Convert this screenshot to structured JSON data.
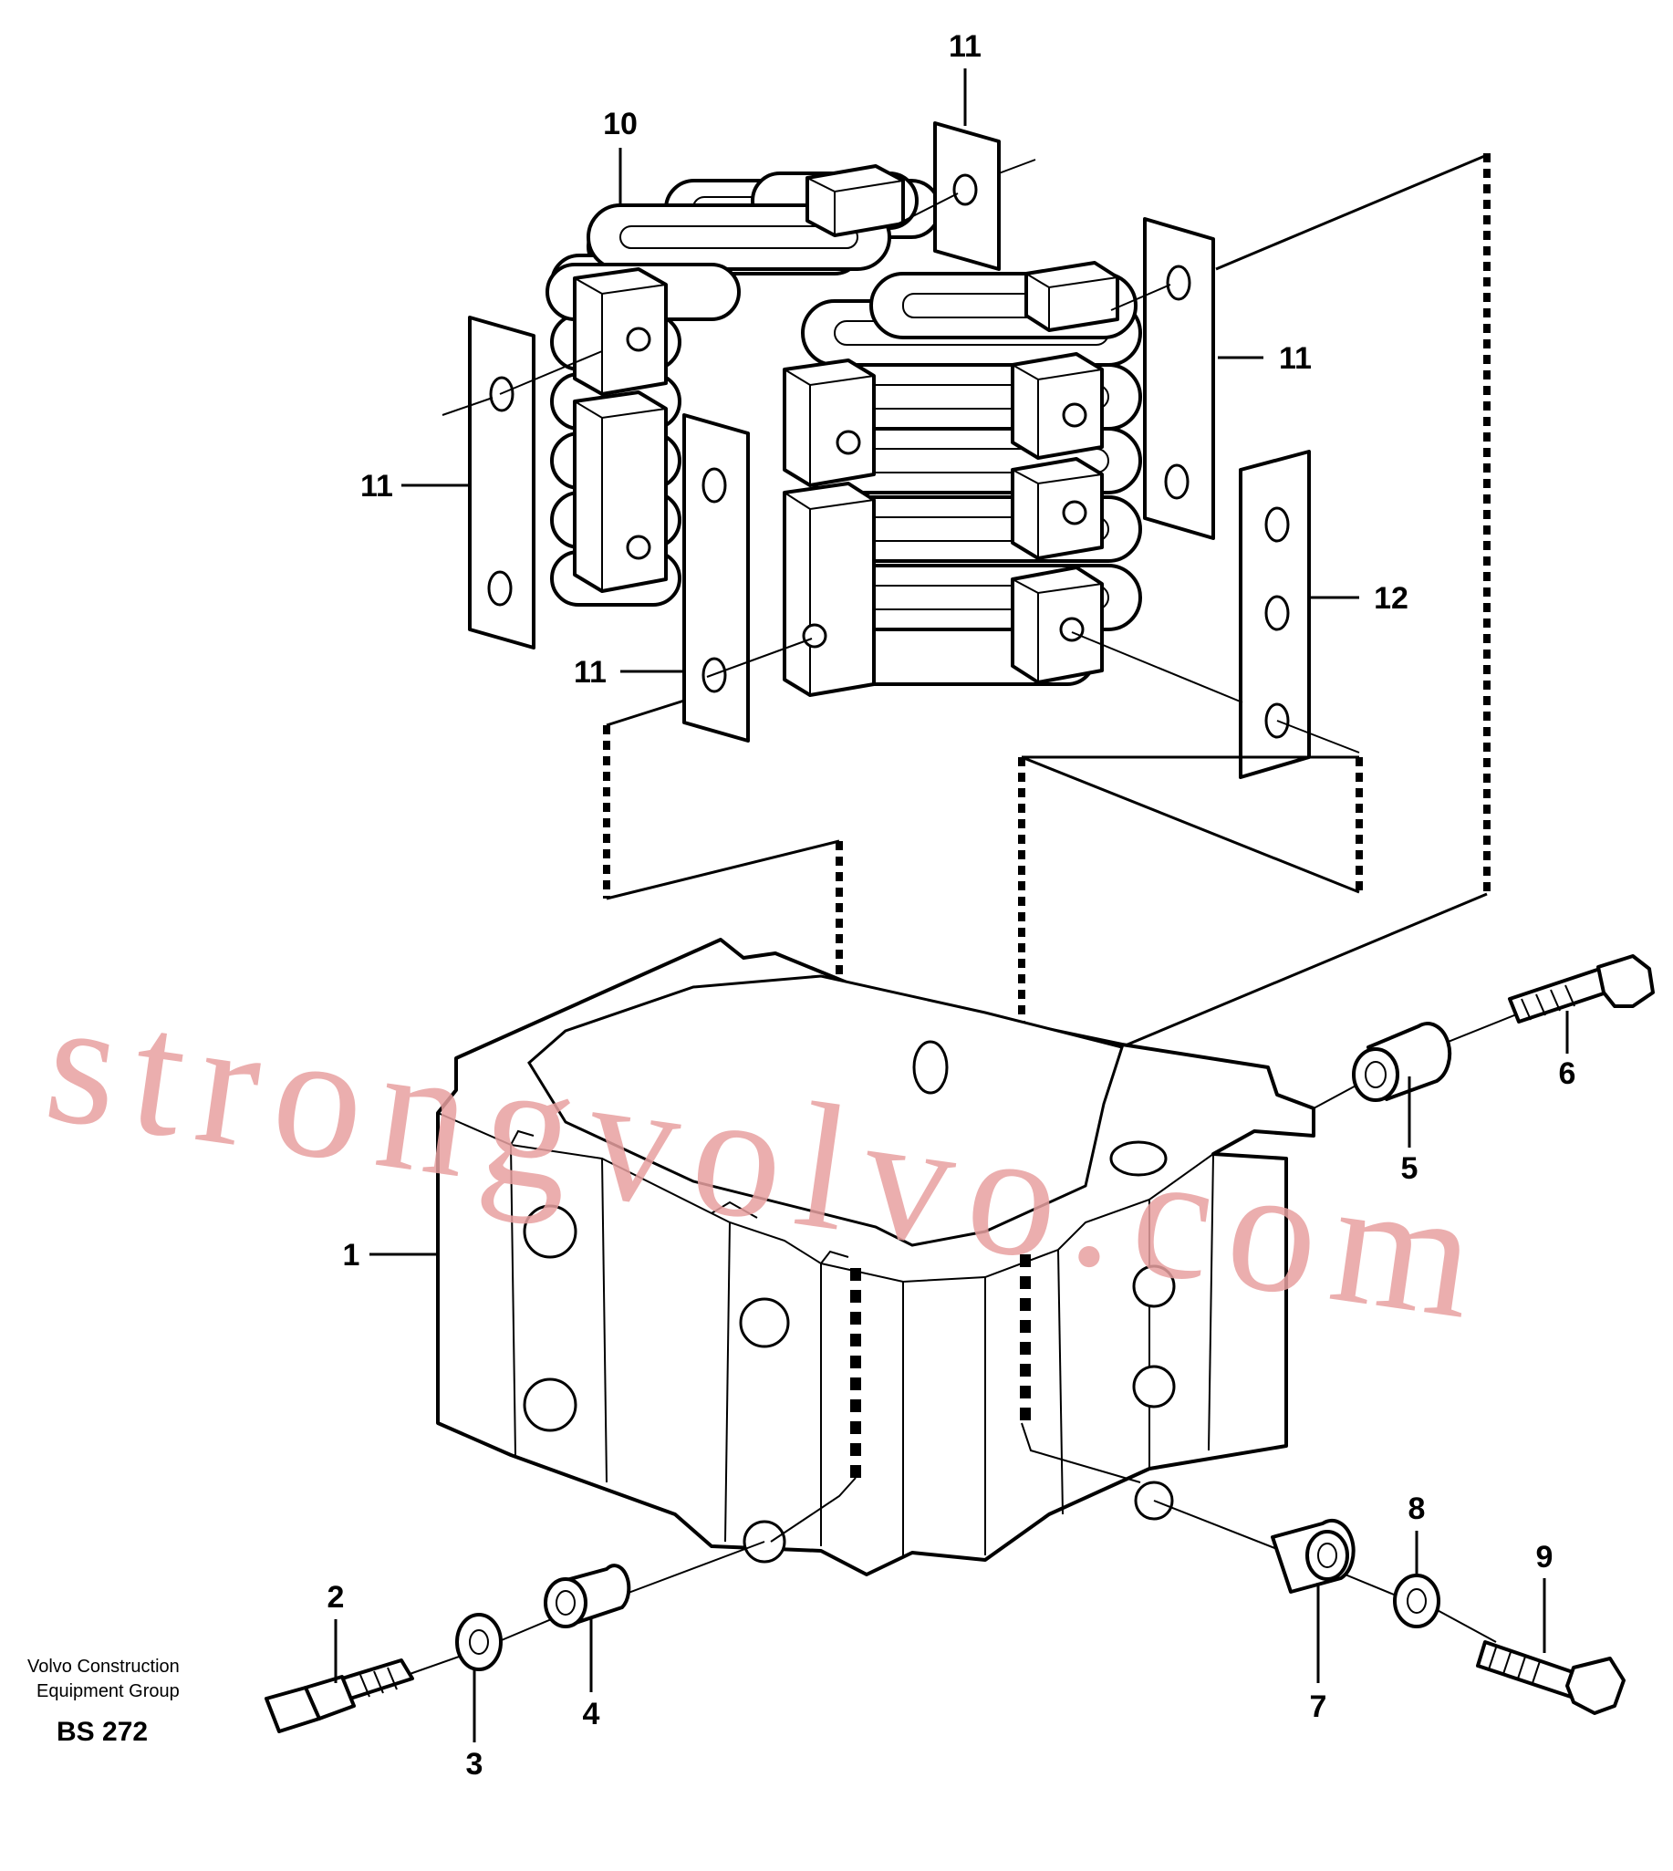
{
  "callouts": {
    "c1": "1",
    "c2": "2",
    "c3": "3",
    "c4": "4",
    "c5": "5",
    "c6": "6",
    "c7": "7",
    "c8": "8",
    "c9": "9",
    "c10": "10",
    "c11a": "11",
    "c11b": "11",
    "c11c": "11",
    "c11d": "11",
    "c12": "12"
  },
  "watermark": "strongvolvo.com",
  "footer": {
    "line1": "Volvo Construction",
    "line2": "Equipment Group",
    "code": "BS 272"
  }
}
